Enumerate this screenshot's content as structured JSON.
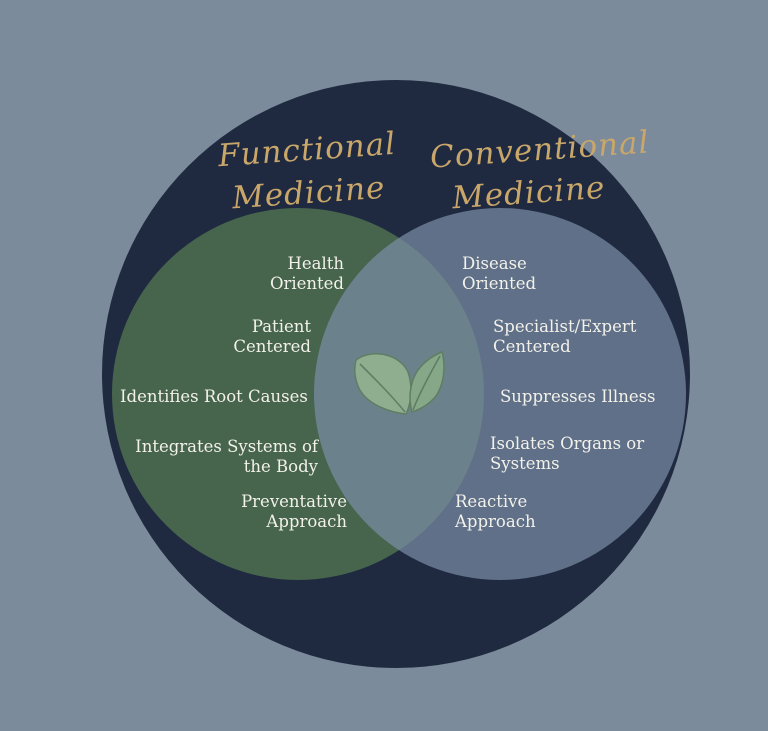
{
  "colors": {
    "background": "#7c8b9c",
    "outer_circle": "#1f2a40",
    "functional_circle": "#4b6a4f",
    "conventional_circle": "#6a7b92",
    "heading": "#c9a76a",
    "text": "#f2f1ea",
    "leaf": "#8fae90"
  },
  "functional": {
    "heading": [
      "Functional",
      "Medicine"
    ],
    "items": [
      "Health\nOriented",
      "Patient\nCentered",
      "Identifies Root Causes",
      "Integrates Systems of\nthe Body",
      "Preventative\nApproach"
    ]
  },
  "conventional": {
    "heading": [
      "Conventional",
      "Medicine"
    ],
    "items": [
      "Disease\nOriented",
      "Specialist/Expert\nCentered",
      "Suppresses Illness",
      "Isolates Organs or\nSystems",
      "Reactive\nApproach"
    ]
  },
  "center_icon": "leaf-icon"
}
